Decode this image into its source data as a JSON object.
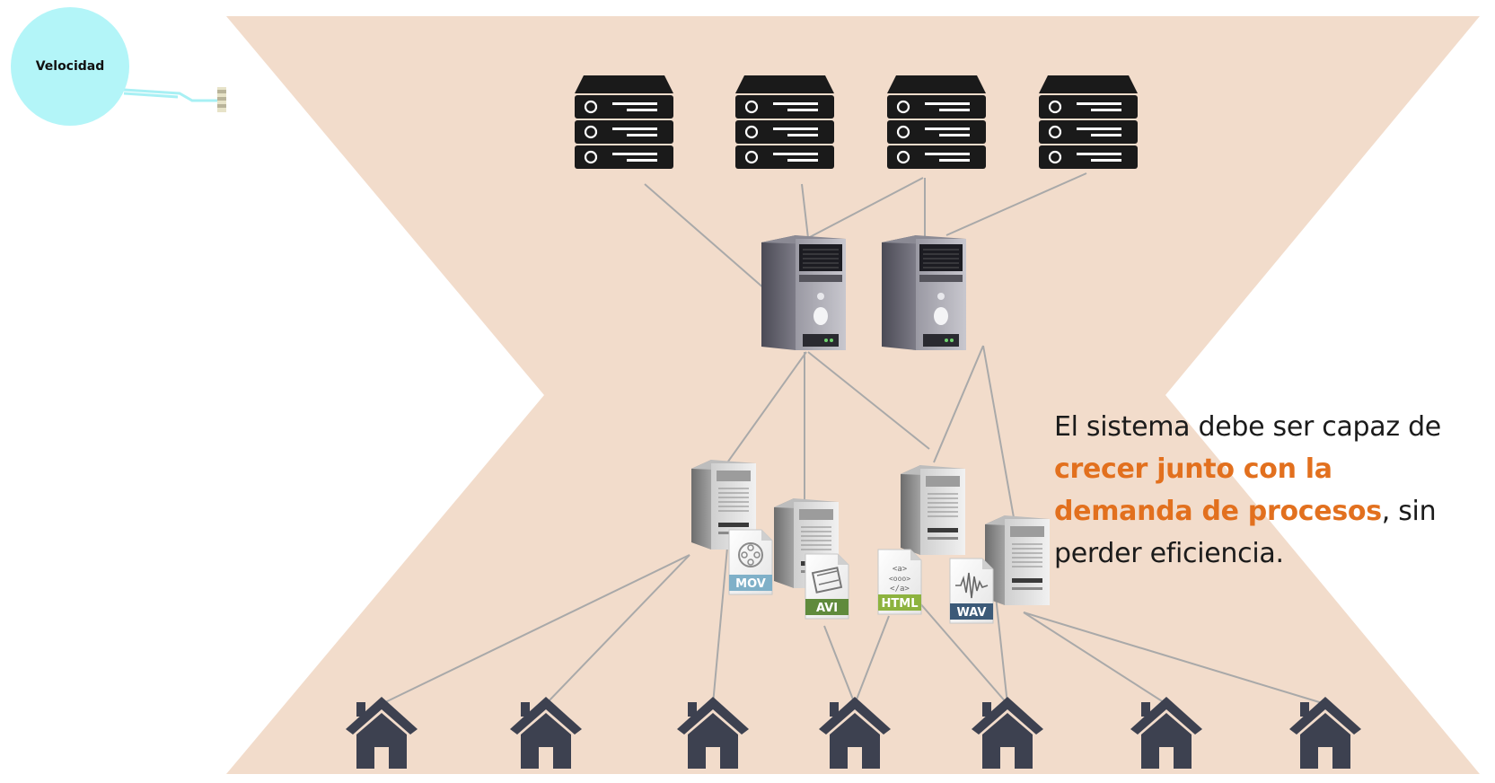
{
  "bubble": {
    "label": "Velocidad"
  },
  "caption": {
    "part1": "El sistema debe ser capaz de ",
    "highlight": "crecer junto con la demanda de procesos",
    "part2": ", sin perder eficiencia."
  },
  "file_icons": [
    {
      "label": "MOV",
      "band_color": "#7fb0c8",
      "icon": "film-reel-icon"
    },
    {
      "label": "AVI",
      "band_color": "#5f8a3c",
      "icon": "filmstrip-icon"
    },
    {
      "label": "HTML",
      "band_color": "#8db33f",
      "icon": "code-icon"
    },
    {
      "label": "WAV",
      "band_color": "#3c5a78",
      "icon": "waveform-icon"
    }
  ],
  "colors": {
    "background_shape": "#f2dccb",
    "bubble": "#b3f5f8",
    "highlight": "#e2701e",
    "house": "#3d4150",
    "connector": "#a9a9a9"
  },
  "counts": {
    "rack_servers": 4,
    "tower_servers": 2,
    "node_servers": 4,
    "houses": 7
  }
}
